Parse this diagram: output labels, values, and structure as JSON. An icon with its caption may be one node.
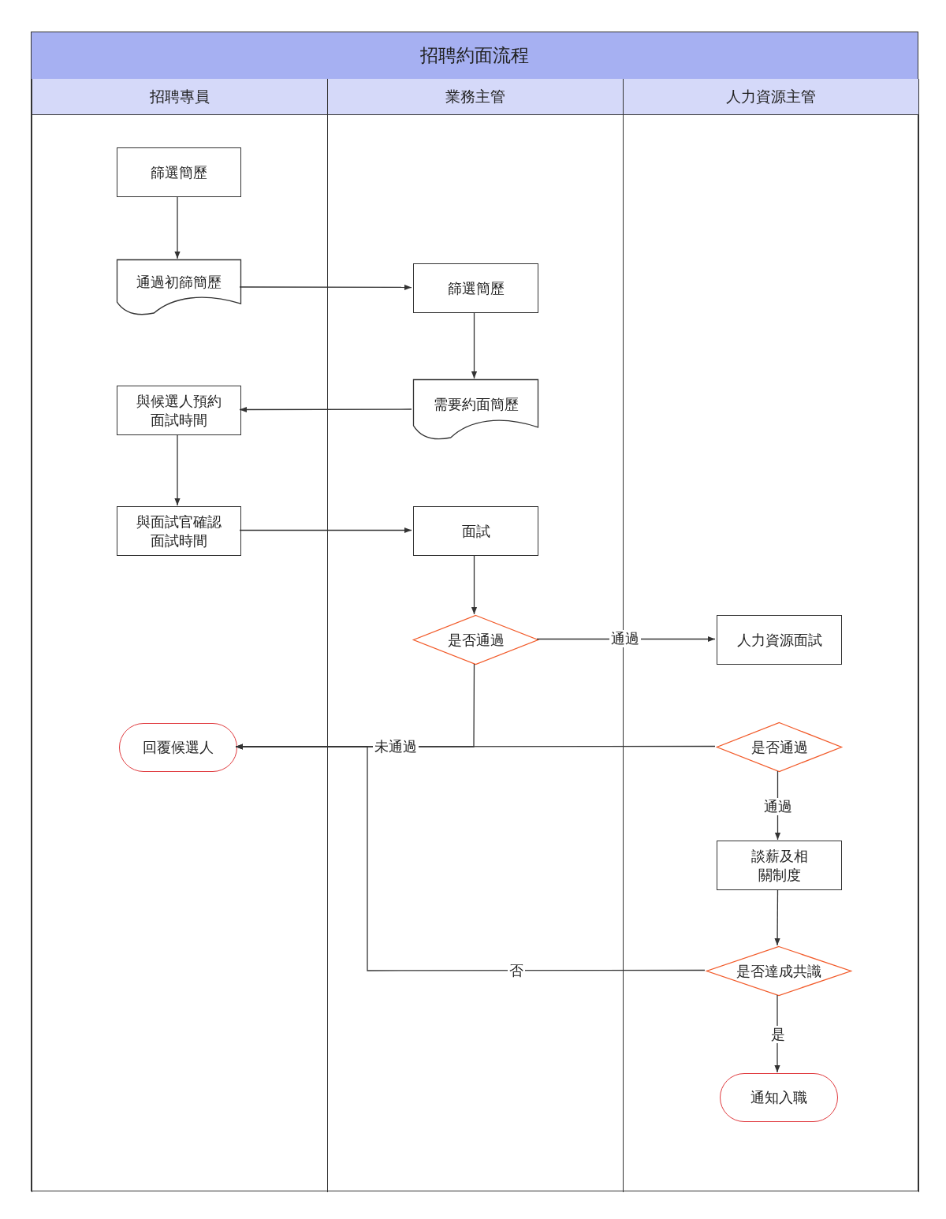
{
  "diagram": {
    "nodes": [
      {
        "text": [
          "招聘約面流程"
        ]
      },
      {
        "text": [
          "招聘專員"
        ],
        "in": 0
      },
      {
        "text": [
          "業務主管"
        ],
        "in": 0
      },
      {
        "text": [
          "人力資源主管"
        ],
        "in": 0
      },
      {
        "text": [
          "篩選簡歷"
        ],
        "in": 1
      },
      {
        "text": [
          "通過初篩簡歷"
        ],
        "in": 1
      },
      {
        "text": [
          "與候選人預約面試時間"
        ],
        "in": 1
      },
      {
        "text": [
          "與面試官確認面試時間"
        ],
        "in": 1
      },
      {
        "text": [
          "回覆候選人"
        ],
        "in": 1
      },
      {
        "text": [
          "篩選簡歷"
        ],
        "in": 2
      },
      {
        "text": [
          "需要約面簡歷"
        ],
        "in": 2
      },
      {
        "text": [
          "面試"
        ],
        "in": 2
      },
      {
        "text": [
          "是否通過"
        ],
        "in": 2
      },
      {
        "text": [
          "人力資源面試"
        ],
        "in": 3
      },
      {
        "text": [
          "是否通過"
        ],
        "in": 3
      },
      {
        "text": [
          "談薪及相關制度"
        ],
        "in": 3
      },
      {
        "text": [
          "是否達成共識"
        ],
        "in": 3
      },
      {
        "text": [
          "通知入職"
        ],
        "in": 3
      }
    ],
    "edges": [
      {
        "from": 4,
        "to": 5,
        "arrow": "to"
      },
      {
        "from": 5,
        "to": 9,
        "arrow": "to"
      },
      {
        "from": 9,
        "to": 10,
        "arrow": "to"
      },
      {
        "from": 10,
        "to": 6,
        "arrow": "to"
      },
      {
        "from": 6,
        "to": 7,
        "arrow": "to"
      },
      {
        "from": 7,
        "to": 11,
        "arrow": "to"
      },
      {
        "from": 11,
        "to": 12,
        "arrow": "to"
      },
      {
        "from": 12,
        "to": 13,
        "arrow": "to",
        "label": "通過"
      },
      {
        "from": 12,
        "to": 8,
        "arrow": "to",
        "label": "未通過"
      },
      {
        "from": 14,
        "to": 8,
        "arrow": "to"
      },
      {
        "from": 14,
        "to": 15,
        "arrow": "to",
        "label": "通過"
      },
      {
        "from": 15,
        "to": 16,
        "arrow": "to"
      },
      {
        "from": 16,
        "to": 8,
        "arrow": "to",
        "label": "否"
      },
      {
        "from": 16,
        "to": 17,
        "arrow": "to",
        "label": "是"
      }
    ]
  }
}
